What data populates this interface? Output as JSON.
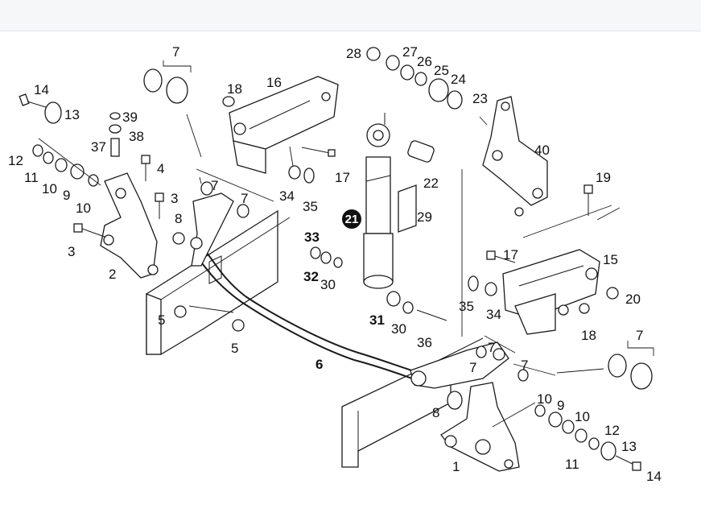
{
  "diagram": {
    "labels": [
      {
        "id": "14a",
        "text": "14"
      },
      {
        "id": "13a",
        "text": "13"
      },
      {
        "id": "12a",
        "text": "12"
      },
      {
        "id": "11a",
        "text": "11"
      },
      {
        "id": "10a",
        "text": "10"
      },
      {
        "id": "9a",
        "text": "9"
      },
      {
        "id": "10b",
        "text": "10"
      },
      {
        "id": "3a",
        "text": "3"
      },
      {
        "id": "2",
        "text": "2"
      },
      {
        "id": "37",
        "text": "37"
      },
      {
        "id": "38",
        "text": "38"
      },
      {
        "id": "39",
        "text": "39"
      },
      {
        "id": "4",
        "text": "4"
      },
      {
        "id": "3b",
        "text": "3"
      },
      {
        "id": "8a",
        "text": "8"
      },
      {
        "id": "7a",
        "text": "7"
      },
      {
        "id": "7b",
        "text": "7"
      },
      {
        "id": "7c",
        "text": "7"
      },
      {
        "id": "5a",
        "text": "5"
      },
      {
        "id": "5b",
        "text": "5"
      },
      {
        "id": "6",
        "text": "6"
      },
      {
        "id": "18a",
        "text": "18"
      },
      {
        "id": "16",
        "text": "16"
      },
      {
        "id": "17a",
        "text": "17"
      },
      {
        "id": "34a",
        "text": "34"
      },
      {
        "id": "35a",
        "text": "35"
      },
      {
        "id": "28",
        "text": "28"
      },
      {
        "id": "27",
        "text": "27"
      },
      {
        "id": "26",
        "text": "26"
      },
      {
        "id": "25",
        "text": "25"
      },
      {
        "id": "24",
        "text": "24"
      },
      {
        "id": "23",
        "text": "23"
      },
      {
        "id": "22",
        "text": "22"
      },
      {
        "id": "29",
        "text": "29"
      },
      {
        "id": "33",
        "text": "33"
      },
      {
        "id": "32",
        "text": "32"
      },
      {
        "id": "30a",
        "text": "30"
      },
      {
        "id": "31",
        "text": "31"
      },
      {
        "id": "30b",
        "text": "30"
      },
      {
        "id": "36",
        "text": "36"
      },
      {
        "id": "40",
        "text": "40"
      },
      {
        "id": "19",
        "text": "19"
      },
      {
        "id": "17b",
        "text": "17"
      },
      {
        "id": "15",
        "text": "15"
      },
      {
        "id": "20",
        "text": "20"
      },
      {
        "id": "35b",
        "text": "35"
      },
      {
        "id": "34b",
        "text": "34"
      },
      {
        "id": "18b",
        "text": "18"
      },
      {
        "id": "7d",
        "text": "7"
      },
      {
        "id": "7e",
        "text": "7"
      },
      {
        "id": "7f",
        "text": "7"
      },
      {
        "id": "7g",
        "text": "7"
      },
      {
        "id": "8b",
        "text": "8"
      },
      {
        "id": "1",
        "text": "1"
      },
      {
        "id": "10c",
        "text": "10"
      },
      {
        "id": "9b",
        "text": "9"
      },
      {
        "id": "10d",
        "text": "10"
      },
      {
        "id": "11b",
        "text": "11"
      },
      {
        "id": "12b",
        "text": "12"
      },
      {
        "id": "13b",
        "text": "13"
      },
      {
        "id": "14b",
        "text": "14"
      }
    ],
    "highlight": {
      "text": "21",
      "color": "#111111"
    },
    "colors": {
      "line": "#1a1a1a",
      "background": "#ffffff",
      "topbar": "#f6f7f9"
    }
  }
}
